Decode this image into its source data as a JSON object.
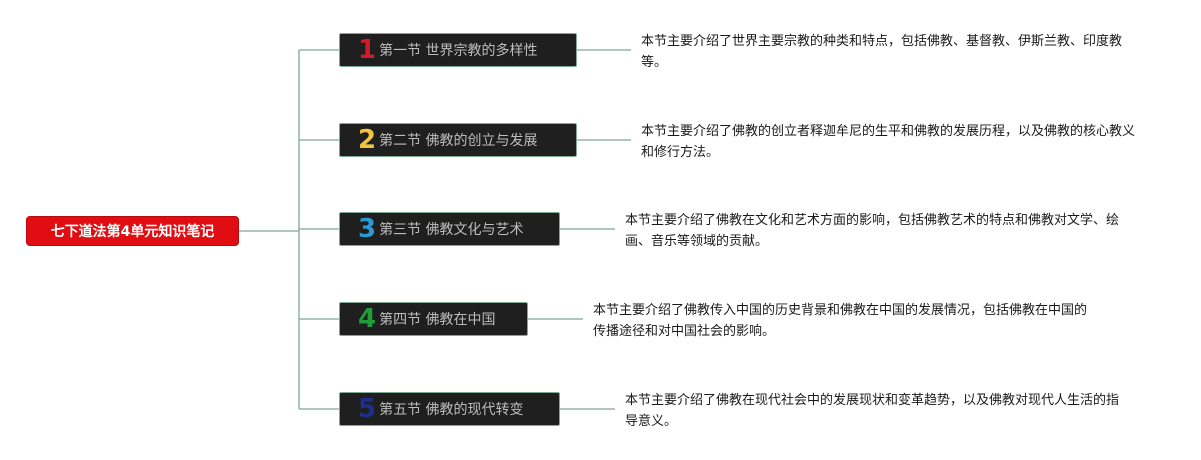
{
  "root": {
    "label": "七下道法第4单元知识笔记",
    "color": "#e00d12"
  },
  "connector_color": "#7fa895",
  "sections": [
    {
      "number": "1",
      "number_color": "#d11a2a",
      "title": "第一节 世界宗教的多样性",
      "description": "本节主要介绍了世界主要宗教的种类和特点，包括佛教、基督教、伊斯兰教、印度教等。"
    },
    {
      "number": "2",
      "number_color": "#f2c43a",
      "title": "第二节 佛教的创立与发展",
      "description": "本节主要介绍了佛教的创立者释迦牟尼的生平和佛教的发展历程，以及佛教的核心教义和修行方法。"
    },
    {
      "number": "3",
      "number_color": "#2a9ad6",
      "title": "第三节 佛教文化与艺术",
      "description": "本节主要介绍了佛教在文化和艺术方面的影响，包括佛教艺术的特点和佛教对文学、绘画、音乐等领域的贡献。"
    },
    {
      "number": "4",
      "number_color": "#1f9e3a",
      "title": "第四节 佛教在中国",
      "description": "本节主要介绍了佛教传入中国的历史背景和佛教在中国的发展情况，包括佛教在中国的传播途径和对中国社会的影响。"
    },
    {
      "number": "5",
      "number_color": "#1c2f8c",
      "title": "第五节 佛教的现代转变",
      "description": "本节主要介绍了佛教在现代社会中的发展现状和变革趋势，以及佛教对现代人生活的指导意义。"
    }
  ]
}
